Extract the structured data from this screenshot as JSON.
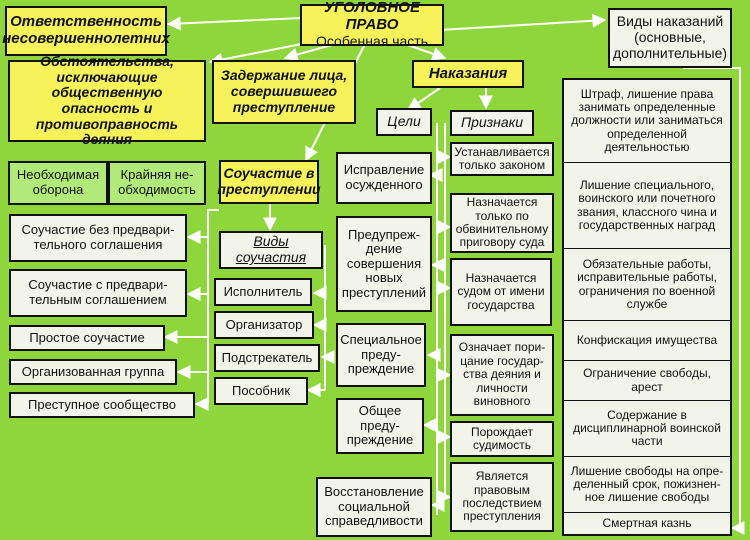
{
  "root": {
    "title": "УГОЛОВНОЕ ПРАВО",
    "subtitle": "Особенная часть"
  },
  "responsibility_minors": "Ответственность несовершеннолетних",
  "circumstances": "Обстоятельства, исключающие общественную опасность и противоправность деяния",
  "necessary_defense": "Необходимая оборона",
  "extreme_necessity": "Крайняя не-обходимость",
  "detention": "Задержание лица, совершившего преступление",
  "complicity": {
    "title": "Соучастие в преступлении",
    "forms": [
      "Соучастие без предвари-тельного соглашения",
      "Соучастие с предвари-тельным соглашением",
      "Простое соучастие",
      "Организованная группа",
      "Преступное сообщество"
    ],
    "types_title": "Виды соучастия",
    "types": [
      "Исполнитель",
      "Организатор",
      "Подстрекатель",
      "Пособник"
    ]
  },
  "punishments": {
    "title": "Наказания",
    "goals_title": "Цели",
    "goals": [
      "Исправление осужденного",
      "Предупреж-дение совершения новых преступлений",
      "Специальное преду-преждение",
      "Общее преду-преждение",
      "Восстановление социальной справедливости"
    ],
    "signs_title": "Признаки",
    "signs": [
      "Устанавливается только законом",
      "Назначается только по обвинительному приговору суда",
      "Назначается судом от имени государства",
      "Означает пори-цание государ-ства деяния и личности виновного",
      "Порождает судимость",
      "Является правовым последствием преступления"
    ],
    "kinds_title": "Виды наказаний (основные, дополнительные)",
    "kinds": [
      "Штраф, лишение права занимать определенные должности или заниматься определенной деятельностью",
      "Лишение специального, воинского или почетного звания, классного чина и государственных наград",
      "Обязательные работы, исправительные работы, ограничения по военной службе",
      "Конфискация имущества",
      "Ограничение свободы, арест",
      "Содержание в дисциплинарной воинской части",
      "Лишение свободы на опре-деленный срок, пожизнен-ное лишение свободы",
      "Смертная казнь"
    ]
  }
}
